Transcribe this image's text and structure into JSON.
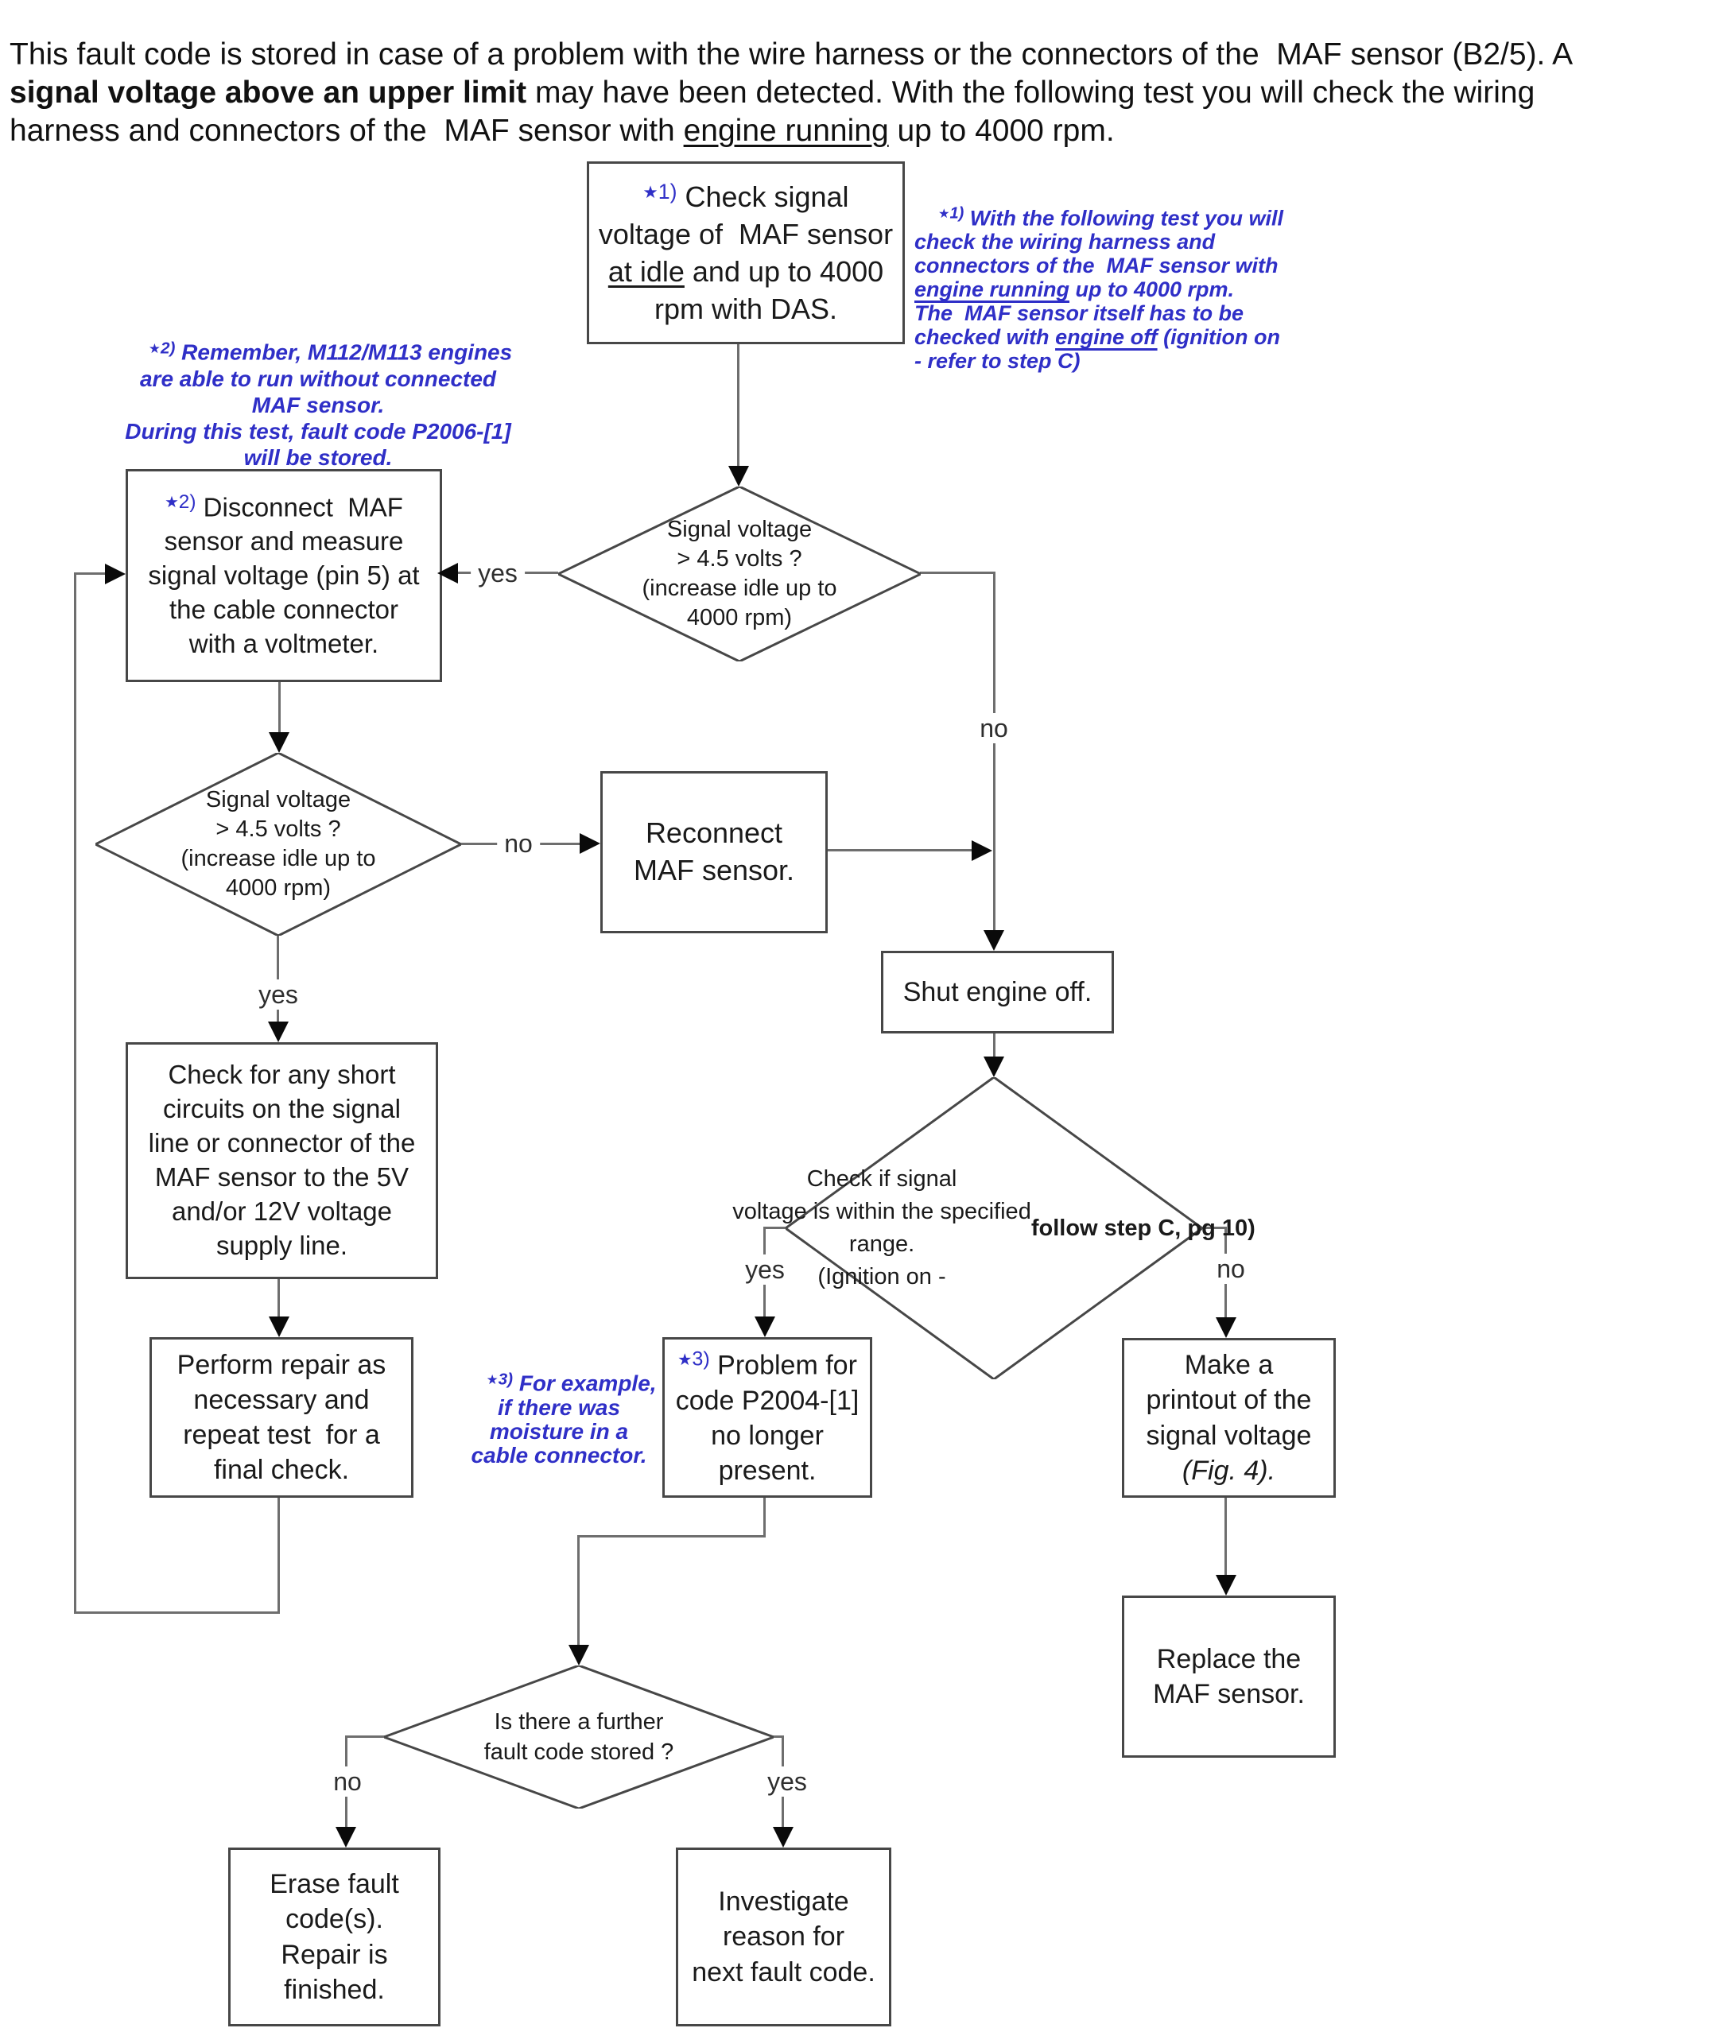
{
  "colors": {
    "note_blue": "#2f2fc7",
    "text": "#1a1a1a",
    "line": "#6e6e6e",
    "border": "#474747",
    "arrow": "#0a0a0a"
  },
  "labels": {
    "yes": "yes",
    "no": "no"
  },
  "markers": {
    "m1": {
      "star": "★",
      "num": "1)"
    },
    "m2": {
      "star": "★",
      "num": "2)"
    },
    "m3": {
      "star": "★",
      "num": "3)"
    }
  },
  "intro": {
    "p1": "This fault code is stored in case of a problem with the wire harness or the connectors of the  MAF sensor (B2/5). A\n",
    "bold": "signal voltage above an upper limit",
    "p2": " may have been detected. With the following test you will check the wiring\nharness and connectors of the  MAF sensor with ",
    "underline": "engine running",
    "p3": " up to 4000 rpm."
  },
  "notes": {
    "note1": {
      "seg1": " With the following test you will\ncheck the wiring harness and\nconnectors of the  MAF sensor with\n",
      "u1": "engine running",
      "seg2": " up to 4000 rpm.\nThe  MAF sensor itself has to be\nchecked with ",
      "u2": "engine off",
      "seg3": " (ignition on\n- refer to step C)"
    },
    "note2": {
      "line1": " Remember, M112/M113 engines",
      "rest": "are able to run without connected\nMAF sensor.\nDuring this test, fault code P2006-[1]\nwill be stored."
    },
    "note3": {
      "text": " For example,\nif there was\nmoisture in a\ncable connector."
    }
  },
  "nodes": {
    "start": {
      "pre": " Check signal\nvoltage of  MAF sensor\n",
      "u": "at idle",
      "post": " and up to 4000\nrpm with DAS."
    },
    "disconnect": {
      "text": " Disconnect  MAF\nsensor and measure\nsignal voltage (pin 5) at\nthe cable connector\nwith a voltmeter."
    },
    "d1": {
      "text": "Signal voltage\n> 4.5 volts ?\n(increase idle up to\n4000 rpm)"
    },
    "d2": {
      "text": "Signal voltage\n> 4.5 volts ?\n(increase idle up to\n4000 rpm)"
    },
    "reconnect": {
      "text": "Reconnect\nMAF sensor."
    },
    "shut": {
      "text": "Shut engine off."
    },
    "d3": {
      "text": "Check if signal\nvoltage is within the specified\nrange.\n(Ignition on -\n",
      "bold": "follow step C, pg 10)"
    },
    "check_short": {
      "text": "Check for any short\ncircuits on the signal\nline or connector of the\nMAF sensor to the 5V\nand/or 12V voltage\nsupply line."
    },
    "perform": {
      "text": "Perform repair as\nnecessary and\nrepeat test  for a\nfinal check."
    },
    "problem": {
      "text": " Problem for\ncode P2004-[1]\nno longer\npresent."
    },
    "makeprint": {
      "pre": "Make a\nprintout of the\nsignal voltage\n",
      "fig": "(Fig. 4)."
    },
    "replace": {
      "text": "Replace the\nMAF sensor."
    },
    "d4": {
      "text": "Is there a further\nfault code stored ?"
    },
    "erase": {
      "text": "Erase fault\ncode(s).\nRepair is\nfinished."
    },
    "investigate": {
      "text": "Investigate\nreason for\nnext fault code."
    }
  }
}
